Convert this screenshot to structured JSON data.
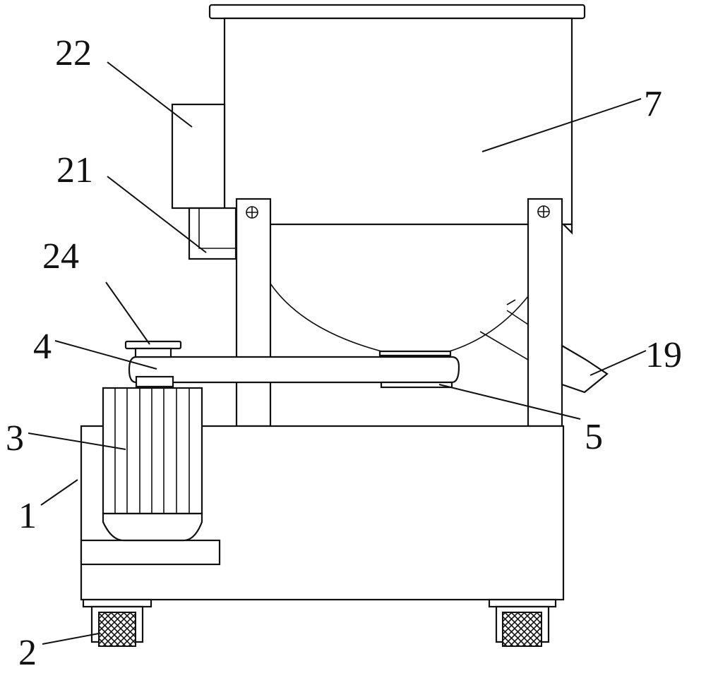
{
  "labels": {
    "l22": "22",
    "l7": "7",
    "l21": "21",
    "l24": "24",
    "l4": "4",
    "l19": "19",
    "l3": "3",
    "l5": "5",
    "l1": "1",
    "l2": "2"
  },
  "colors": {
    "line": "#111111",
    "background": "#ffffff"
  }
}
